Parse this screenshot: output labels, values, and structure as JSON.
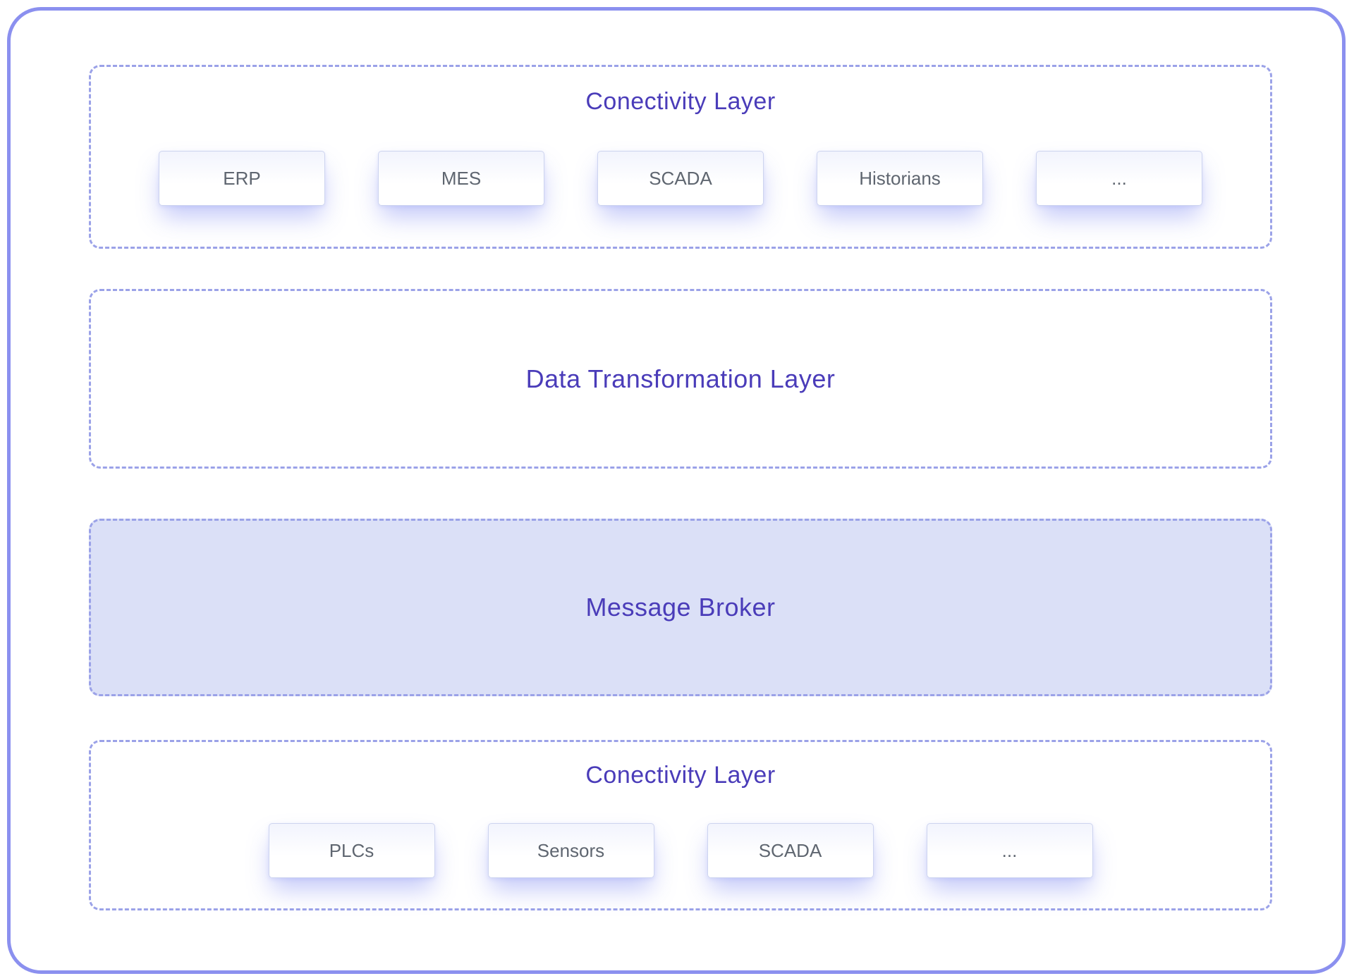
{
  "diagram": {
    "type": "layered-architecture",
    "sections": [
      {
        "id": "connectivity-top",
        "title": "Conectivity Layer",
        "highlighted": false,
        "boxes": [
          "ERP",
          "MES",
          "SCADA",
          "Historians",
          "..."
        ]
      },
      {
        "id": "data-transformation",
        "title": "Data Transformation Layer",
        "highlighted": false,
        "boxes": []
      },
      {
        "id": "message-broker",
        "title": "Message Broker",
        "highlighted": true,
        "boxes": []
      },
      {
        "id": "connectivity-bottom",
        "title": "Conectivity Layer",
        "highlighted": false,
        "boxes": [
          "PLCs",
          "Sensors",
          "SCADA",
          "..."
        ]
      }
    ],
    "colors": {
      "outer_border": "#8b90ef",
      "dashed_border": "#9ba2e8",
      "title_text": "#4a3cb9",
      "box_text": "#5f6670",
      "box_border": "#cdd4ef",
      "box_glow": "rgba(124,136,242,0.45)",
      "highlight_background": "#dbe0f7",
      "page_background": "#ffffff"
    }
  }
}
